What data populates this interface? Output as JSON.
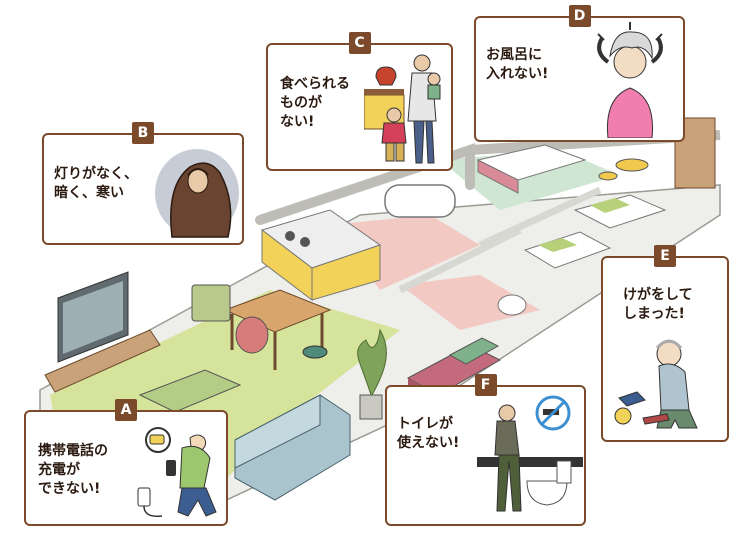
{
  "colors": {
    "card_border": "#7a4a2a",
    "badge_bg": "#7a4a2a",
    "floor_green": "#d6e39a",
    "floor_pink": "#f3c9c4",
    "floor_mint": "#cfe7d2",
    "wall": "#f2f2ee",
    "sofa": "#a9c4cc",
    "kitchen": "#f3d25a"
  },
  "cards": [
    {
      "id": "A",
      "badge": "A",
      "caption": "携帯電話の\n充電が\nできない!",
      "icon": "dead-battery-icon"
    },
    {
      "id": "B",
      "badge": "B",
      "caption": "灯りがなく、\n暗く、寒い",
      "icon": "blanket-person-icon"
    },
    {
      "id": "C",
      "badge": "C",
      "caption": "食べられる\nものが\nない!",
      "icon": "mother-children-icon"
    },
    {
      "id": "D",
      "badge": "D",
      "caption": "お風呂に\n入れない!",
      "icon": "itchy-head-icon"
    },
    {
      "id": "E",
      "badge": "E",
      "caption": "けがをして\nしまった!",
      "icon": "injured-elder-icon"
    },
    {
      "id": "F",
      "badge": "F",
      "caption": "トイレが\n使えない!",
      "icon": "no-water-toilet-icon"
    }
  ]
}
